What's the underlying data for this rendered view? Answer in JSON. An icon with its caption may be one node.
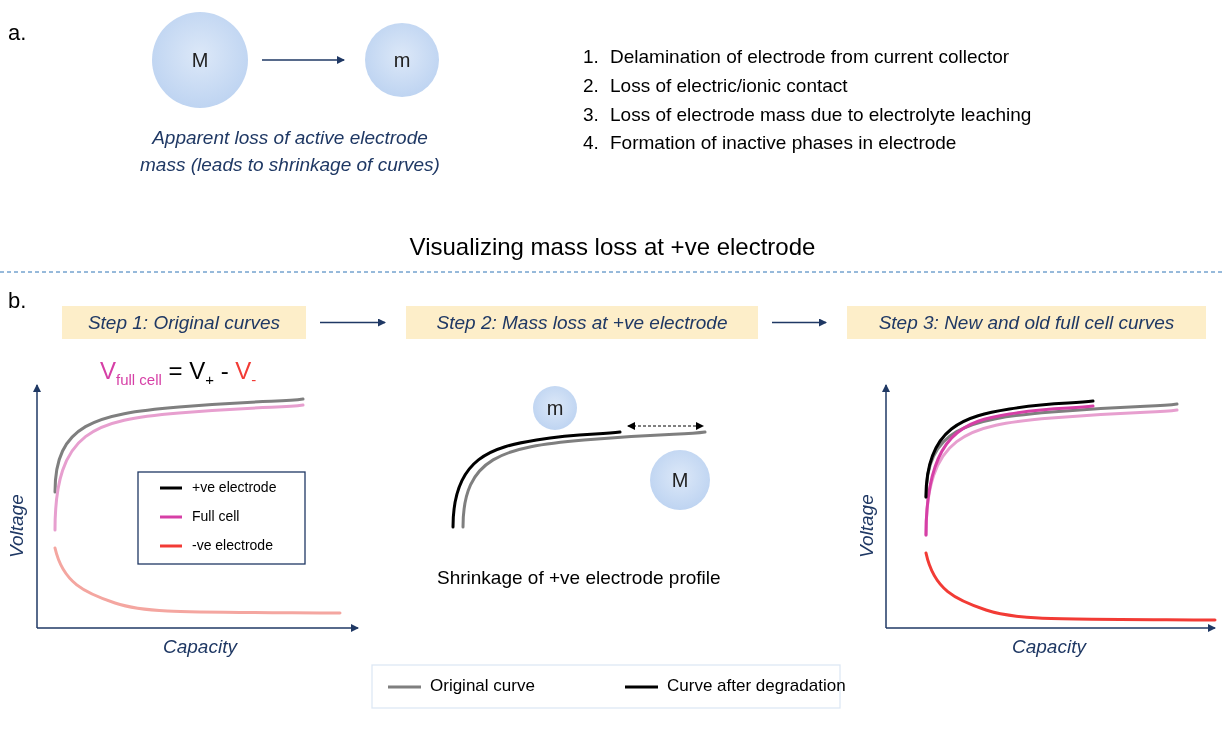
{
  "diagram": {
    "title": "Visualizing mass loss at +ve electrode",
    "nodes": [
      {
        "text": [
          "M"
        ]
      },
      {
        "text": [
          "m"
        ]
      },
      {
        "text": [
          "Step 1: Original curves"
        ]
      },
      {
        "text": [
          "Step 2: Mass loss at +ve electrode"
        ]
      },
      {
        "text": [
          "Step 3: New and old full cell curves"
        ]
      },
      {
        "text": [
          "m"
        ]
      },
      {
        "text": [
          "M"
        ]
      }
    ],
    "edges": [
      {
        "from": 0,
        "to": 1,
        "arrow": "to"
      },
      {
        "from": 2,
        "to": 3,
        "arrow": "to"
      },
      {
        "from": 3,
        "to": 4,
        "arrow": "to"
      }
    ],
    "labels": [
      "a.",
      "1.",
      "Delamination of electrode from current collector",
      "2.",
      "Loss of electric/ionic contact",
      "3.",
      "Loss of electrode mass due to electrolyte leaching",
      "4.",
      "Formation of inactive phases in electrode",
      "Apparent loss of active electrode mass (leads to shrinkage of curves)",
      "b.",
      "V$_{full cell}$ = V$_{+}$ - V$_{-}$",
      "Voltage",
      "Capacity",
      "Shrinkage of +ve electrode profile",
      "Voltage",
      "Capacity"
    ],
    "legend": [
      {
        "text": "+ve electrode"
      },
      {
        "text": "Full cell"
      },
      {
        "text": "-ve electrode"
      },
      {
        "text": "Original curve"
      },
      {
        "text": "Curve after degradation"
      }
    ]
  }
}
